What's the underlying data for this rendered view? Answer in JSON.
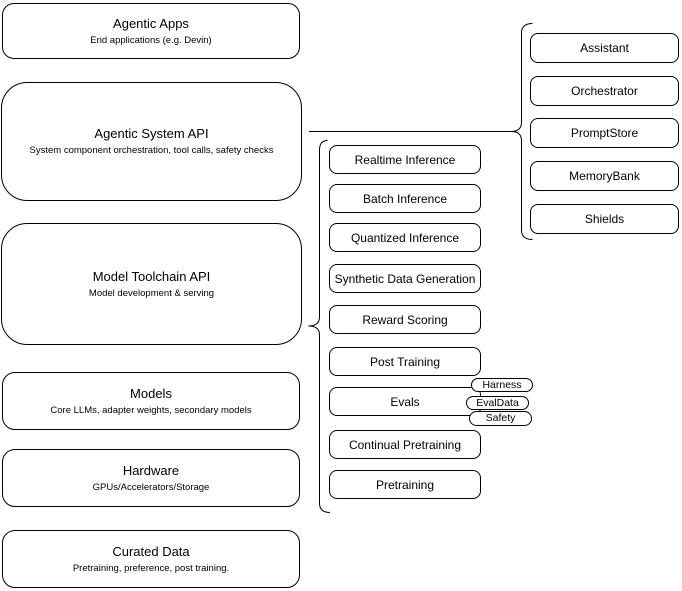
{
  "diagram": {
    "background_color": "#ffffff",
    "stroke_color": "#000000",
    "text_color": "#000000",
    "left_stack": [
      {
        "title": "Agentic Apps",
        "subtitle": "End applications (e.g. Devin)"
      },
      {
        "title": "Agentic System API",
        "subtitle": "System component orchestration, tool calls, safety checks"
      },
      {
        "title": "Model Toolchain API",
        "subtitle": "Model development & serving"
      },
      {
        "title": "Models",
        "subtitle": "Core LLMs, adapter weights, secondary models"
      },
      {
        "title": "Hardware",
        "subtitle": "GPUs/Accelerators/Storage"
      },
      {
        "title": "Curated Data",
        "subtitle": "Pretraining, preference, post training."
      }
    ],
    "toolchain_components": [
      "Realtime Inference",
      "Batch Inference",
      "Quantized Inference",
      "Synthetic Data Generation",
      "Reward Scoring",
      "Post Training",
      "Evals",
      "Continual Pretraining",
      "Pretraining"
    ],
    "eval_tags": [
      "Harness",
      "EvalData",
      "Safety"
    ],
    "system_components": [
      "Assistant",
      "Orchestrator",
      "PromptStore",
      "MemoryBank",
      "Shields"
    ]
  }
}
